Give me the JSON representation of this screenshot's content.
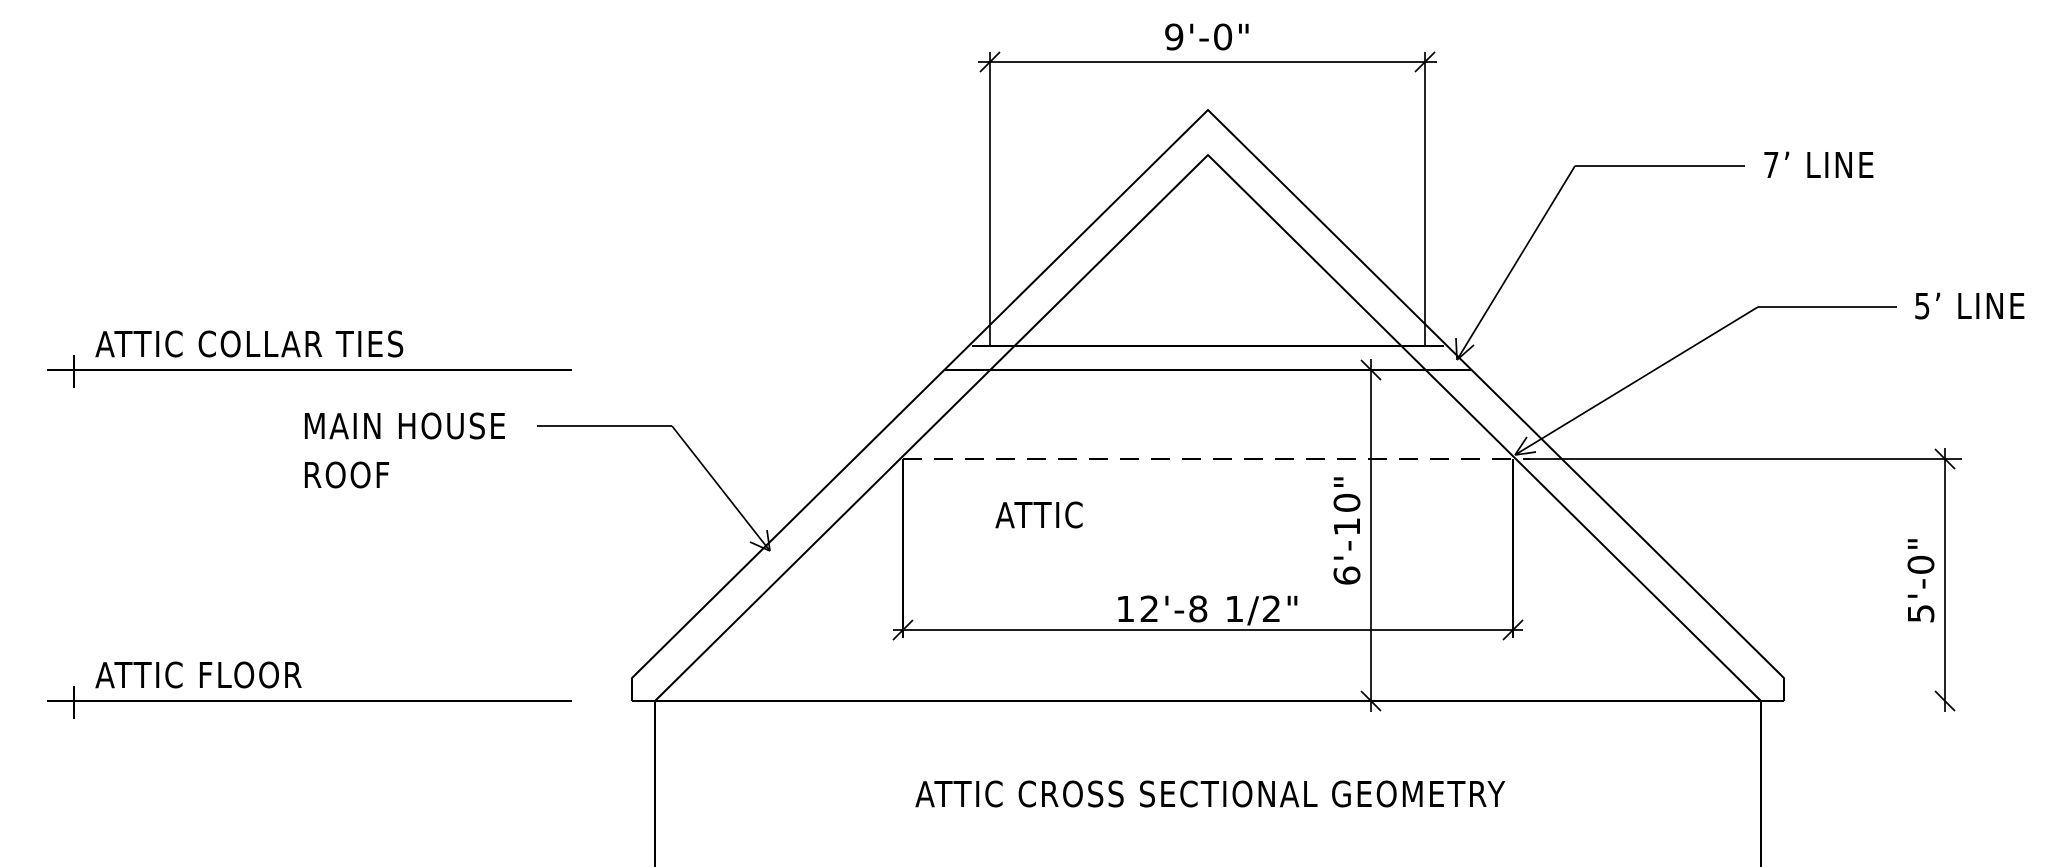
{
  "drawing": {
    "title": "ATTIC CROSS SECTIONAL GEOMETRY",
    "levels": {
      "collar_ties": "ATTIC COLLAR TIES",
      "floor": "ATTIC FLOOR"
    },
    "callouts": {
      "roof_line1": "MAIN HOUSE",
      "roof_line2": "ROOF",
      "seven_line": "7’ LINE",
      "five_line": "5’ LINE"
    },
    "room_label": "ATTIC",
    "dimensions": {
      "top_width": "9'-0\"",
      "floor_width": "12'-8 1/2\"",
      "collar_height": "6'-10\"",
      "knee_height": "5'-0\""
    }
  }
}
